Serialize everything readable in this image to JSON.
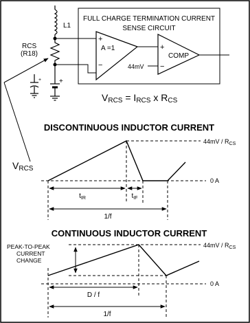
{
  "circuit": {
    "sense_box_title_line1": "FULL CHARGE TERMINATION CURRENT",
    "sense_box_title_line2": "SENSE CIRCUIT",
    "inductor_label": "L1",
    "resistor_label_line1": "RCS",
    "resistor_label_line2": "(R18)",
    "amp_label": "A =1",
    "comp_label": "COMP",
    "ref_voltage_label": "44mV",
    "plus_sign": "+",
    "minus_sign": "−",
    "formula": {
      "v": "V",
      "v_sub": "RCS",
      "eq": " = I",
      "i_sub": "RCS",
      "x": " x R",
      "r_sub": "CS"
    }
  },
  "discontinuous": {
    "title": "DISCONTINUOUS INDUCTOR CURRENT",
    "threshold_label": "44mV / R",
    "threshold_sub": "CS",
    "zero_label": "0 A",
    "rise_label": "t",
    "rise_sub": "IR",
    "fall_label": "t",
    "fall_sub": "IF",
    "period_label": "1/f",
    "vrcs_label": "V",
    "vrcs_sub": "RCS"
  },
  "continuous": {
    "title": "CONTINUOUS INDUCTOR CURRENT",
    "peak_label_line1": "PEAK-TO-PEAK",
    "peak_label_line2": "CURRENT",
    "peak_label_line3": "CHANGE",
    "threshold_label": "44mV / R",
    "threshold_sub": "CS",
    "zero_label": "0 A",
    "duty_label": "D / f",
    "period_label": "1/f"
  }
}
